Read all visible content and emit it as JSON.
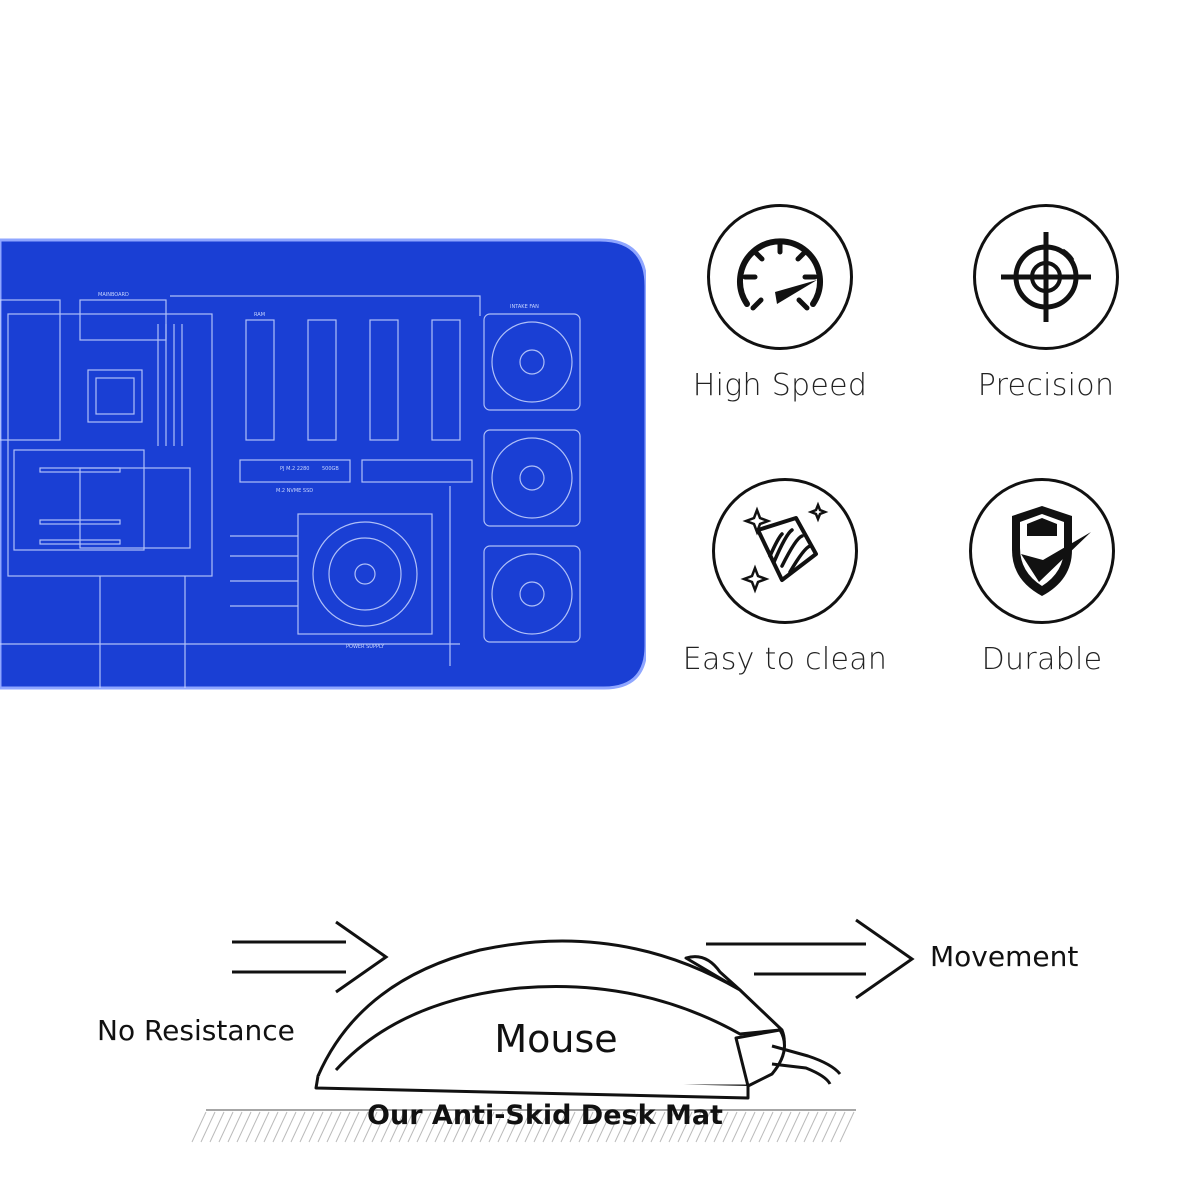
{
  "product": {
    "mat_color": "#1a3fd4",
    "mat_line_color": "#c9d6ff",
    "mat_labels": {
      "motherboard": "MAINBOARD",
      "ram": "RAM",
      "ssd_chip": "PJ M.2 2280",
      "ssd_capacity": "500GB",
      "ssd_caption": "M.2 NVME SSD",
      "intake_fan": "INTAKE FAN",
      "power_supply": "POWER SUPPLY"
    }
  },
  "features": [
    {
      "label": "High Speed",
      "icon": "speedometer-icon"
    },
    {
      "label": "Precision",
      "icon": "crosshair-icon"
    },
    {
      "label": "Easy to clean",
      "icon": "cleaning-cloth-icon"
    },
    {
      "label": "Durable",
      "icon": "shield-check-icon"
    }
  ],
  "diagram": {
    "mouse_label": "Mouse",
    "resistance_label": "No Resistance",
    "movement_label": "Movement",
    "surface_label": "Our Anti-Skid Desk Mat"
  }
}
